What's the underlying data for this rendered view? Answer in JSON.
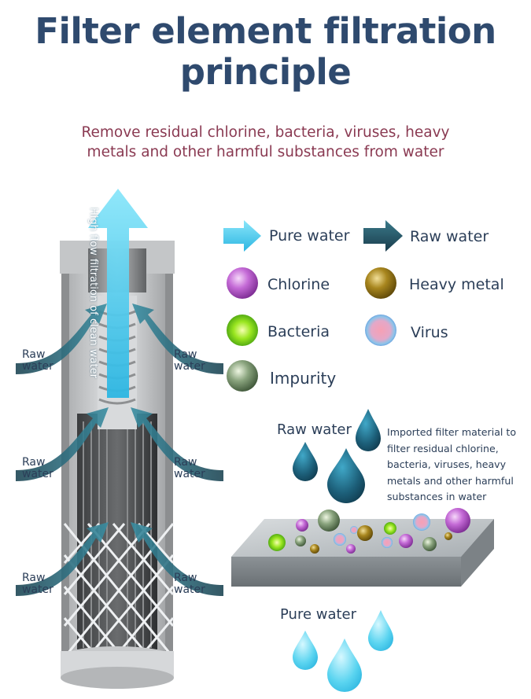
{
  "title": "Filter element filtration principle",
  "subtitle": "Remove residual chlorine, bacteria, viruses, heavy metals and other harmful substances from water",
  "arrow_text": "High flow filtration of clean water",
  "raw_water_label": "Raw water",
  "legend": {
    "pure_water": "Pure water",
    "raw_water": "Raw water",
    "chlorine": "Chlorine",
    "heavy_metal": "Heavy metal",
    "bacteria": "Bacteria",
    "virus": "Virus",
    "impurity": "Impurity"
  },
  "filter_demo": {
    "raw_water": "Raw water",
    "description": "Imported filter material to filter residual chlorine, bacteria, viruses, heavy metals and other harmful substances in water",
    "pure_water": "Pure water"
  },
  "colors": {
    "title": "#2f4a6e",
    "subtitle": "#8a3a52",
    "pure_water": "#4fc8e8",
    "raw_water": "#24566a",
    "chlorine": "#b455c8",
    "heavy_metal": "#9a7a18",
    "bacteria": "#7ad81e",
    "virus": "#e49ab8",
    "impurity": "#7a9a70"
  }
}
